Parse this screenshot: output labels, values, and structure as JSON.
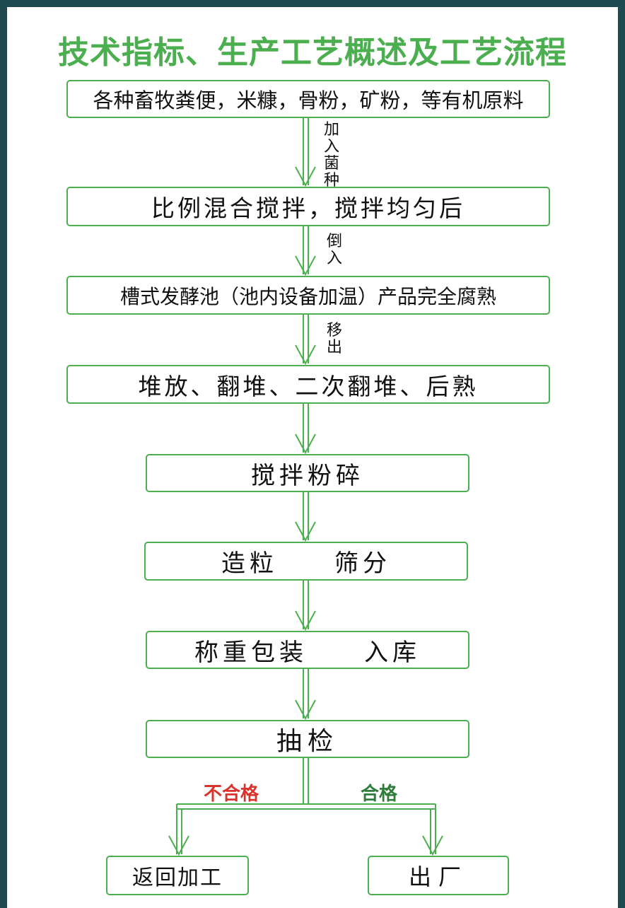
{
  "title": "技术指标、生产工艺概述及工艺流程",
  "steps": {
    "s1": "各种畜牧粪便，米糠，骨粉，矿粉，等有机原料",
    "s2": "比例混合搅拌，搅拌均匀后",
    "s3": "槽式发酵池（池内设备加温）产品完全腐熟",
    "s4": "堆放、翻堆、二次翻堆、后熟",
    "s5": "搅拌粉碎",
    "s6": "造粒　　筛分",
    "s7": "称重包装　　入库",
    "s8": "抽检",
    "s9": "返回加工",
    "s10": "出厂"
  },
  "connectors": {
    "c1": "加入菌种",
    "c2": "倒入",
    "c3": "移出"
  },
  "branches": {
    "fail": "不合格",
    "pass": "合格"
  },
  "colors": {
    "accent": "#4bae4f",
    "fail": "#d9342b",
    "pass": "#2f7d3a",
    "frame": "#1f4a4f"
  }
}
